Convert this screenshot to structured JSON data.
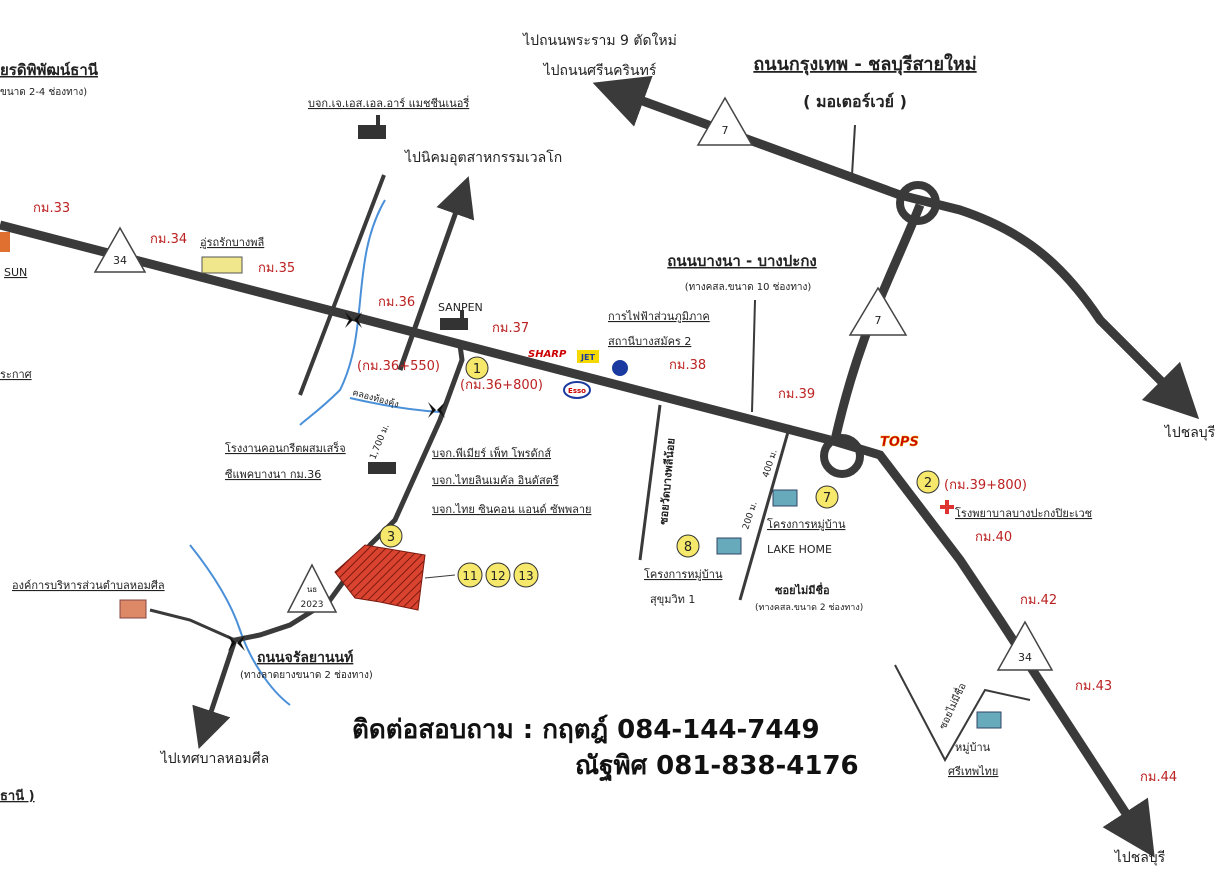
{
  "colors": {
    "road": "#3a3a3a",
    "river": "#4a90d9",
    "km": "#b22222",
    "marker_fill": "#f5e86a",
    "plot": "#d9432f"
  },
  "top_left": {
    "road_name": "ยรดิพิพัฒน์ธานี",
    "road_sub": "ขนาด 2-4 ช่องทาง)",
    "left_label": "ระกาศ",
    "sun": "SUN",
    "bottom": "ธานี )"
  },
  "roads": {
    "motorway_name": "ถนนกรุงเทพ - ชลบุรีสายใหม่",
    "motorway_sub": "( มอเตอร์เวย์ )",
    "to_rama9_1": "ไปถนนพระราม 9 ตัดใหม่",
    "to_rama9_2": "ไปถนนศรีนครินทร์",
    "bangna_name": "ถนนบางนา - บางปะกง",
    "bangna_sub": "(ทางคสล.ขนาด 10 ช่องทาง)",
    "chonburi_1": "ไปชลบุรี",
    "chonburi_2": "ไปชลบุรี",
    "jarunyanon_name": "ถนนจรัลยานนท์",
    "jarunyanon_sub": "(ทางลาดยางขนาด 2 ช่องทาง)",
    "to_homsin": "ไปเทศบาลหอมศีล",
    "to_welgrow": "ไปนิคมอุตสาหกรรมเวลโก",
    "soi_noname": "ซอยไม่มีชื่อ",
    "soi_noname_sub": "(ทางคสล.ขนาด 2 ช่องทาง)",
    "soi_wat": "ซอยวัดบางพลีน้อย",
    "soi_noname2": "ซอยไม่มีชื่อ",
    "canal": "คลองท้องคุ้ง"
  },
  "km_labels": {
    "k33": "กม.33",
    "k34": "กม.34",
    "k35": "กม.35",
    "k36": "กม.36",
    "k37": "กม.37",
    "k38": "กม.38",
    "k39": "กม.39",
    "k40": "กม.40",
    "k42": "กม.42",
    "k43": "กม.43",
    "k44": "กม.44",
    "k36_550": "(กม.36+550)",
    "k36_800": "(กม.36+800)",
    "k39_800": "(กม.39+800)"
  },
  "shields": {
    "s34a": "34",
    "s7a": "7",
    "s7b": "7",
    "s34b": "34",
    "s2023_pre": "นธ",
    "s2023": "2023"
  },
  "places": {
    "lsr": "บจก.เจ.เอส.เอล.อาร์ แมชชีนเนอรี่",
    "bus": "อู่รถรักบางพลี",
    "sanpen": "SANPEN",
    "egat1": "การไฟฟ้าส่วนภูมิภาค",
    "egat2": "สถานีบางสมัคร 2",
    "concrete1": "โรงงานคอนกรีตผสมเสร็จ",
    "concrete2": "ซีแพคบางนา กม.36",
    "f1": "บจก.พีเมียร์ เพ็ท โพรดักส์",
    "f2": "บจก.ไทยลินเมคัล อินดัสตรี",
    "f3": "บจก.ไทย ซินคอน แอนด์ ซัพพลาย",
    "obt": "องค์การบริหารส่วนตำบลหอมศีล",
    "hospital": "โรงพยาบาลบางปะกงปิยะเวช",
    "village7a": "โครงการหมู่บ้าน",
    "village7b": "LAKE HOME",
    "village8a": "โครงการหมู่บ้าน",
    "village8b": "สุขุมวิท 1",
    "village_sri1": "หมู่บ้าน",
    "village_sri2": "ศรีเทพไทย"
  },
  "brands": {
    "sharp": "SHARP",
    "jet": "JET",
    "esso": "Esso",
    "tops": "TOPS"
  },
  "distances": {
    "d1700": "1,700 ม.",
    "d400": "400 ม.",
    "d200": "200 ม."
  },
  "markers": {
    "m1": "1",
    "m2": "2",
    "m3": "3",
    "m7": "7",
    "m8": "8",
    "m11": "11",
    "m12": "12",
    "m13": "13"
  },
  "contact": {
    "line1": "ติดต่อสอบถาม : กฤตฎ์ 084-144-7449",
    "line2": "ณัฐพิศ 081-838-4176"
  }
}
